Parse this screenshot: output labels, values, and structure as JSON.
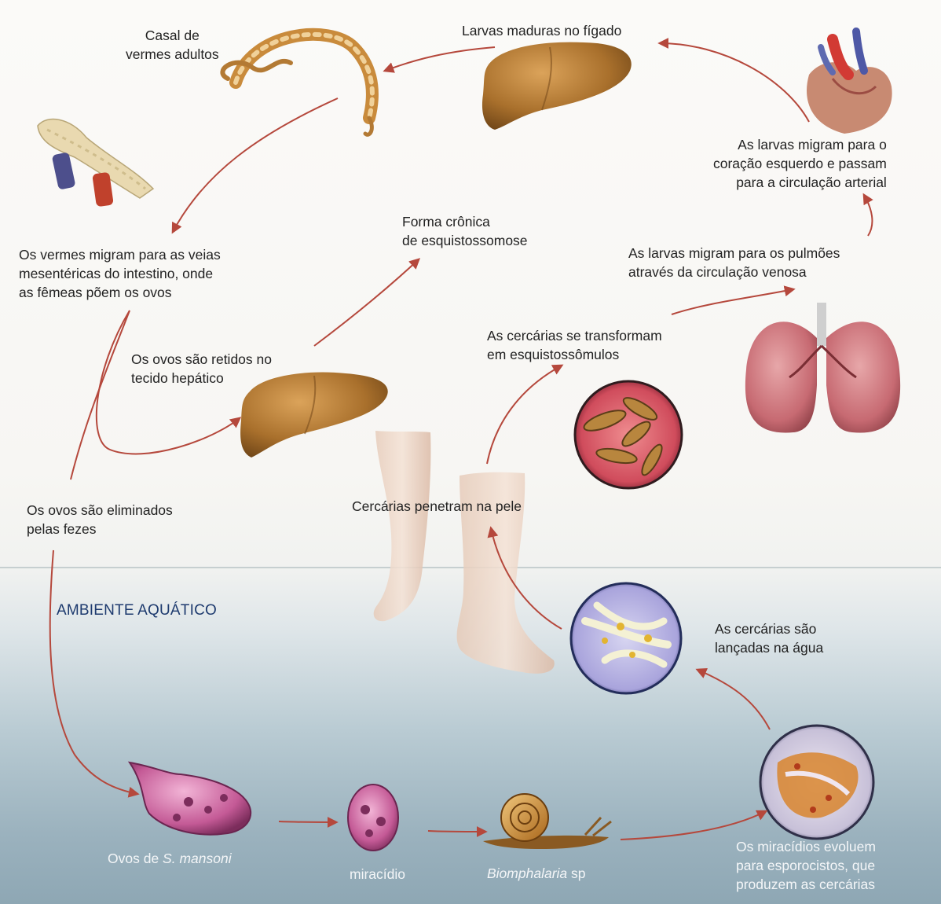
{
  "labels": {
    "adult_worms": [
      "Casal de",
      "vermes adultos"
    ],
    "mature_larvae_liver": "Larvas maduras no fígado",
    "larvae_heart": [
      "As larvas migram para o",
      "coração esquerdo e passam",
      "para a circulação arterial"
    ],
    "worms_migrate": [
      "Os vermes migram para as veias",
      "mesentéricas do intestino, onde",
      "as fêmeas põem os ovos"
    ],
    "chronic_form": [
      "Forma crônica",
      "de esquistossomose"
    ],
    "larvae_lungs": [
      "As larvas migram para os pulmões",
      "através da circulação venosa"
    ],
    "eggs_retained": [
      "Os ovos são retidos no",
      "tecido hepático"
    ],
    "cercariae_transform": [
      "As cercárias se transformam",
      "em esquistossômulos"
    ],
    "cercariae_penetrate": "Cercárias penetram na pele",
    "eggs_eliminated": [
      "Os ovos são eliminados",
      "pelas fezes"
    ],
    "aquatic_environment": "AMBIENTE AQUÁTICO",
    "cercariae_released": [
      "As cercárias são",
      "lançadas na água"
    ],
    "eggs_species_prefix": "Ovos de ",
    "eggs_species_name": "S. mansoni",
    "miracidium": "miracídio",
    "snail_genus": "Biomphalaria",
    "snail_suffix": " sp",
    "sporocysts": [
      "Os miracídios evoluem",
      "para esporocistos, que",
      "produzem as cercárias"
    ]
  },
  "colors": {
    "arrow": "#b5483c",
    "liver": "#a9702c",
    "lung": "#c76a72",
    "cercaria_circle": "#d04c5c",
    "egg": "#c45a96",
    "water_label": "#1d3a6e"
  }
}
